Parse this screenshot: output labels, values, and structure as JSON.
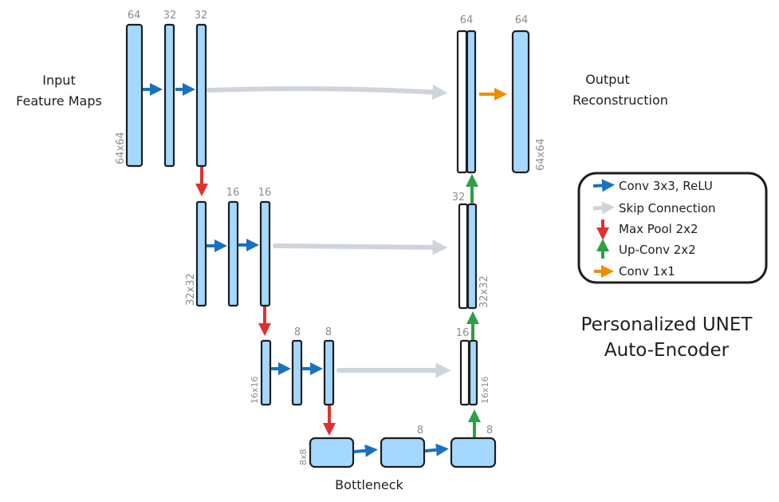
{
  "title": {
    "line1": "Personalized UNET",
    "line2": "Auto-Encoder"
  },
  "input_label": {
    "line1": "Input",
    "line2": "Feature Maps"
  },
  "output_label": {
    "line1": "Output",
    "line2": "Reconstruction"
  },
  "bottleneck_label": "Bottleneck",
  "colors": {
    "block_fill": "#a5d8ff",
    "conv": "#1971c2",
    "skip": "#ced4da",
    "maxpool": "#e03131",
    "upconv": "#2f9e44",
    "conv1x1": "#f08c00"
  },
  "encoder": {
    "level1": {
      "channels": [
        "64",
        "32",
        "32"
      ],
      "size": "64x64"
    },
    "level2": {
      "channels": [
        "16",
        "16"
      ],
      "size": "32x32"
    },
    "level3": {
      "channels": [
        "8",
        "8"
      ],
      "size": "16x16"
    }
  },
  "bottleneck": {
    "size": "8x8",
    "channels": [
      "8",
      "8"
    ]
  },
  "decoder": {
    "level3": {
      "channels": "16",
      "size": "16x16"
    },
    "level2": {
      "channels": "32",
      "size": "32x32"
    },
    "level1": {
      "channels": "64",
      "size": ""
    }
  },
  "output": {
    "channels": "64",
    "size": "64x64"
  },
  "legend": {
    "items": [
      {
        "label": "Conv 3x3, ReLU",
        "icon": "arrow-right-icon",
        "color": "#1971c2"
      },
      {
        "label": "Skip Connection",
        "icon": "arrow-right-icon",
        "color": "#ced4da"
      },
      {
        "label": "Max Pool 2x2",
        "icon": "arrow-down-icon",
        "color": "#e03131"
      },
      {
        "label": "Up-Conv 2x2",
        "icon": "arrow-up-icon",
        "color": "#2f9e44"
      },
      {
        "label": "Conv 1x1",
        "icon": "arrow-right-icon",
        "color": "#f08c00"
      }
    ]
  }
}
